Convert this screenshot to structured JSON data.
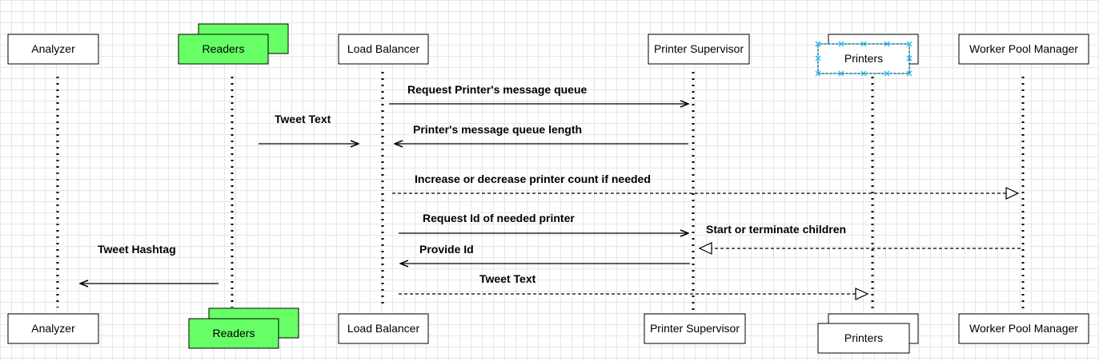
{
  "participants": {
    "analyzer": "Analyzer",
    "readers": "Readers",
    "load_balancer": "Load Balancer",
    "printer_supervisor": "Printer Supervisor",
    "printers": "Printers",
    "worker_pool_manager": "Worker Pool Manager"
  },
  "messages": {
    "request_queue": "Request Printer's message queue",
    "tweet_text_in": "Tweet Text",
    "queue_length": "Printer's message queue length",
    "adjust_printers": "Increase or decrease printer count if needed",
    "request_id": "Request Id of needed printer",
    "start_terminate": "Start or terminate children",
    "provide_id": "Provide Id",
    "tweet_hashtag": "Tweet Hashtag",
    "tweet_text_out": "Tweet Text"
  },
  "colors": {
    "readers_fill": "#66ff66",
    "box_fill": "#ffffff",
    "stroke": "#000000",
    "selection": "#29b6f2"
  }
}
